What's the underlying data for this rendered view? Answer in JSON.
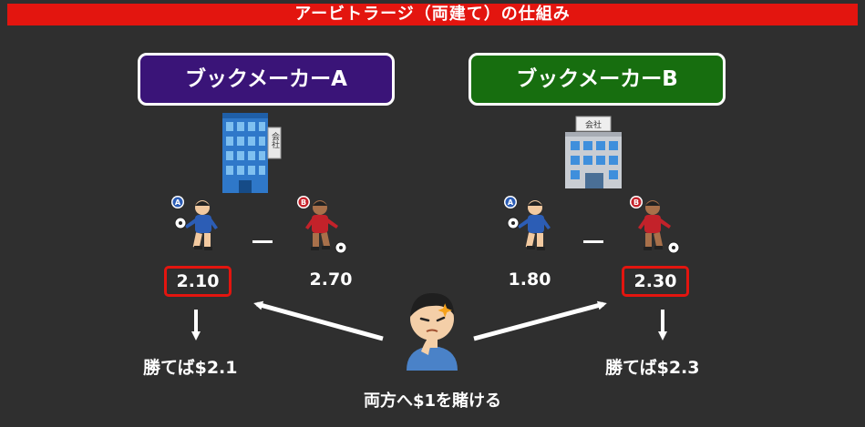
{
  "title": "アービトラージ（両建て）の仕組み",
  "bookmakers": [
    {
      "name": "ブックメーカーA",
      "building_sign": "会社",
      "players": [
        {
          "badge": "A",
          "odds": "2.10",
          "highlighted": true
        },
        {
          "badge": "B",
          "odds": "2.70",
          "highlighted": false
        }
      ],
      "payout": "勝てば$2.1"
    },
    {
      "name": "ブックメーカーB",
      "building_sign": "会社",
      "players": [
        {
          "badge": "A",
          "odds": "1.80",
          "highlighted": false
        },
        {
          "badge": "B",
          "odds": "2.30",
          "highlighted": true
        }
      ],
      "payout": "勝てば$2.3"
    }
  ],
  "bet_caption": "両方へ$1を賭ける",
  "colors": {
    "title_bar": "#e3150f",
    "bookmaker_a": "#3a1478",
    "bookmaker_b": "#176e0f",
    "highlight": "#e3150f",
    "background": "#2f2f2f",
    "team_a": "#2c5db5",
    "team_b": "#c3222a"
  }
}
